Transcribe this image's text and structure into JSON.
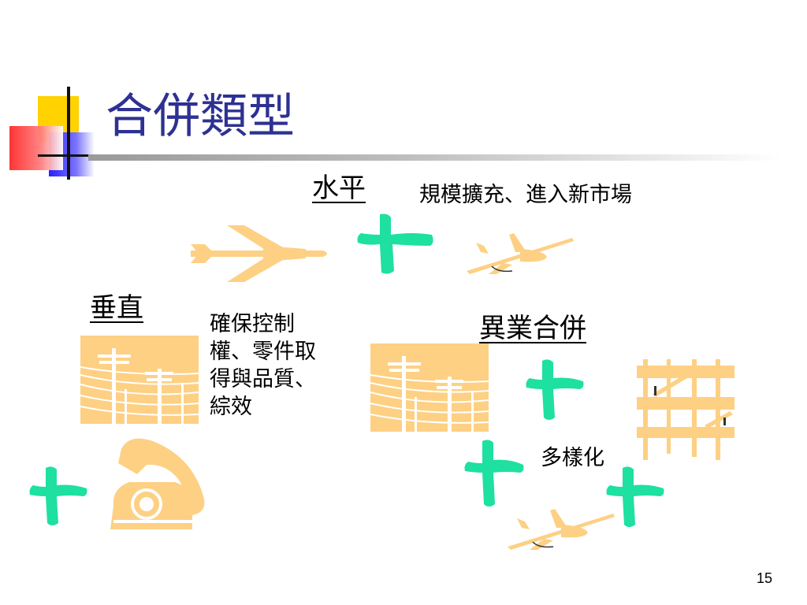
{
  "slide": {
    "title": "合併類型",
    "page_number": "15"
  },
  "types": {
    "horizontal": {
      "label": "水平",
      "description": "規模擴充、進入新市場"
    },
    "vertical": {
      "label": "垂直",
      "description": "確保控制權、零件取得與品質、綜效"
    },
    "conglomerate": {
      "label": "異業合併",
      "description": "多樣化"
    }
  },
  "colors": {
    "title": "#2e3192",
    "clipart_orange": "#fdd084",
    "plus_green": "#1ee0a0",
    "logo_yellow": "#ffd200",
    "logo_blue": "#3b33ff",
    "logo_red": "#ff4040"
  },
  "icons": [
    "airplane-icon",
    "plus-icon",
    "small-plane-icon",
    "power-lines-icon",
    "telephone-icon",
    "scaffolding-icon"
  ]
}
